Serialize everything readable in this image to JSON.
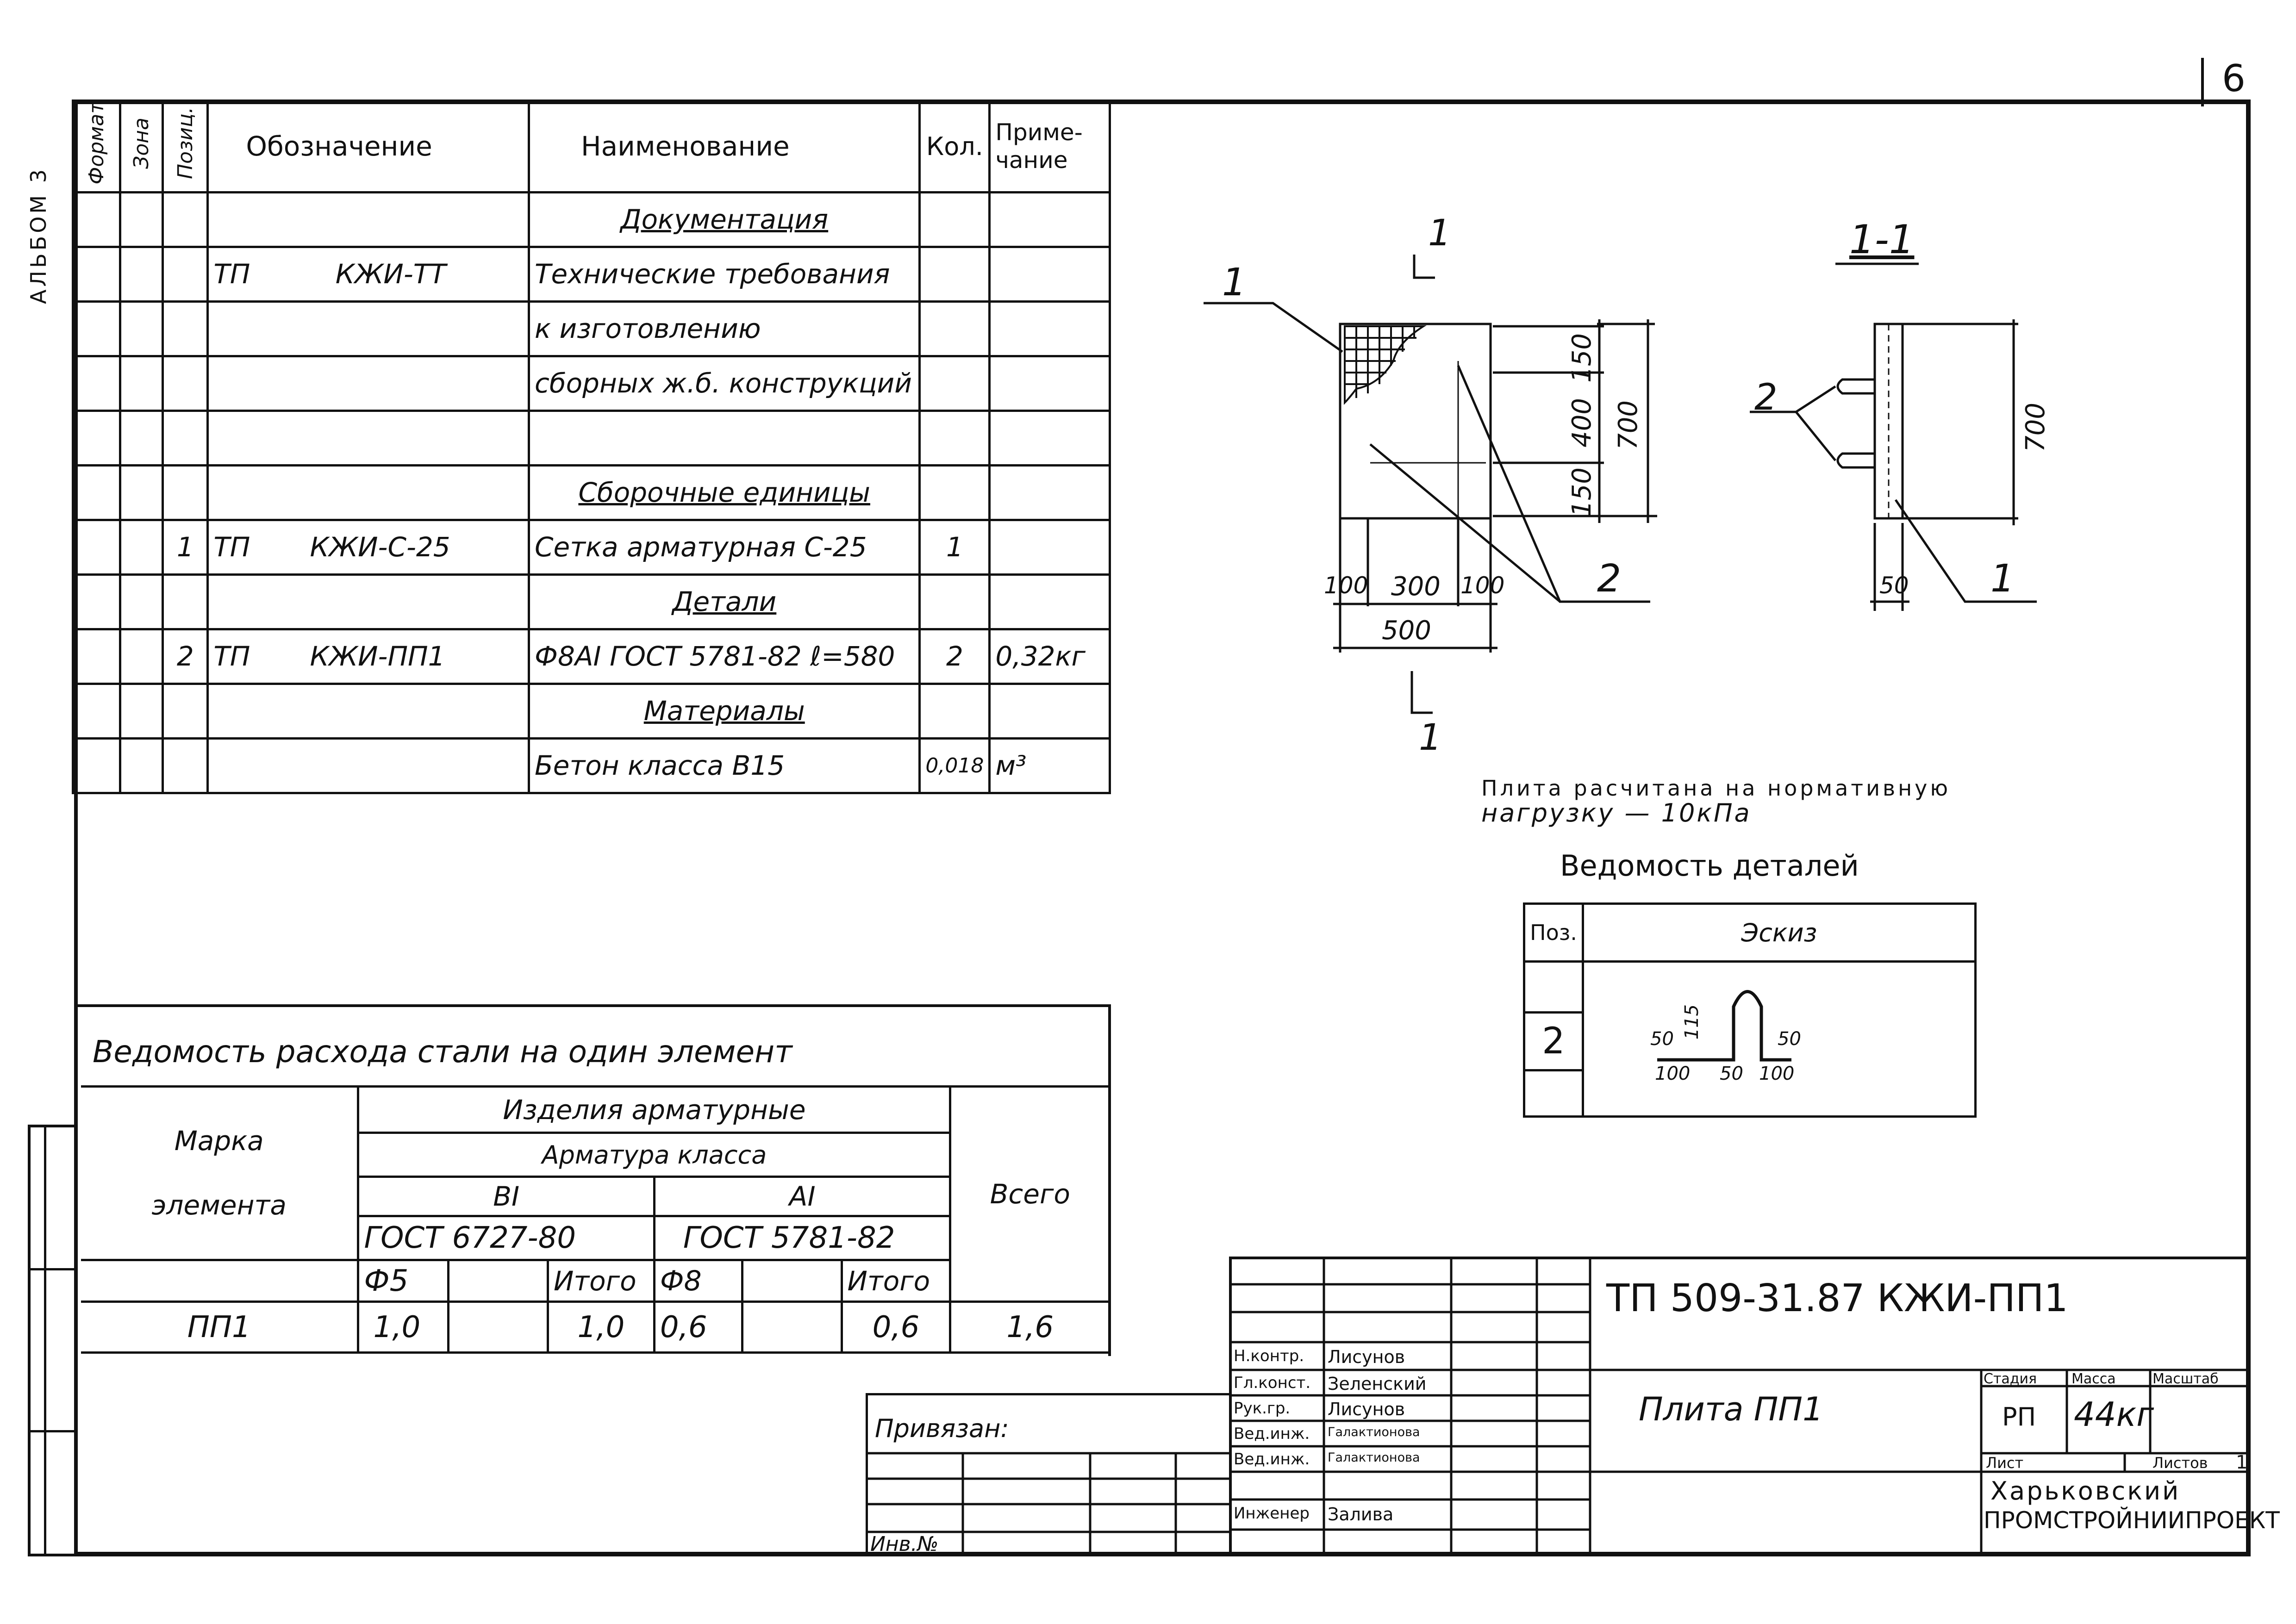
{
  "page_number": "6",
  "album_margin": "АЛЬБОМ 3",
  "spec": {
    "headers": {
      "format": "Формат",
      "zone": "Зона",
      "pos": "Позиц.",
      "designation": "Обозначение",
      "name": "Наименование",
      "qty": "Кол.",
      "note": "Приме-чание"
    },
    "rows": [
      {
        "pos": "",
        "des": "",
        "name": "Документация",
        "qty": "",
        "note": "",
        "heading": true
      },
      {
        "pos": "",
        "des": "ТП          КЖИ-ТТ",
        "name": "Технические требования",
        "qty": "",
        "note": ""
      },
      {
        "pos": "",
        "des": "",
        "name": "к изготовлению",
        "qty": "",
        "note": ""
      },
      {
        "pos": "",
        "des": "",
        "name": "сборных ж.б. конструкций",
        "qty": "",
        "note": ""
      },
      {
        "pos": "",
        "des": "",
        "name": "",
        "qty": "",
        "note": ""
      },
      {
        "pos": "",
        "des": "",
        "name": "Сборочные единицы",
        "qty": "",
        "note": "",
        "heading": true
      },
      {
        "pos": "1",
        "des": "ТП       КЖИ-С-25",
        "name": "Сетка арматурная С-25",
        "qty": "1",
        "note": ""
      },
      {
        "pos": "",
        "des": "",
        "name": "Детали",
        "qty": "",
        "note": "",
        "heading": true
      },
      {
        "pos": "2",
        "des": "ТП       КЖИ-ПП1",
        "name": "Ф8АI ГОСТ 5781-82  ℓ=580",
        "qty": "2",
        "note": "0,32кг"
      },
      {
        "pos": "",
        "des": "",
        "name": "Материалы",
        "qty": "",
        "note": "",
        "heading": true
      },
      {
        "pos": "",
        "des": "",
        "name": "Бетон  класса  В15",
        "qty": "0,018",
        "note": "м³"
      }
    ]
  },
  "steel": {
    "title": "Ведомость  расхода  стали  на  один  элемент",
    "mark_label_1": "Марка",
    "mark_label_2": "элемента",
    "products": "Изделия  арматурные",
    "class_label": "Арматура  класса",
    "class_bi": "ВI",
    "class_ai": "АI",
    "gost_bi": "ГОСТ 6727-80",
    "gost_ai": "ГОСТ 5781-82",
    "d5": "Ф5",
    "d8": "Ф8",
    "itogo1": "Итого",
    "itogo2": "Итого",
    "total_label": "Всего",
    "row": {
      "mark": "ПП1",
      "v5": "1,0",
      "it1": "1,0",
      "v8": "0,6",
      "it2": "0,6",
      "total": "1,6"
    }
  },
  "drawing": {
    "section_mark": "1",
    "section_title": "1-1",
    "callout_1": "1",
    "callout_2": "2",
    "dims": {
      "d150a": "150",
      "d400": "400",
      "d150b": "150",
      "d700": "700",
      "d100a": "100",
      "d300": "300",
      "d100b": "100",
      "d500": "500",
      "d700s": "700",
      "d50": "50"
    }
  },
  "note_line_1": "Плита  расчитана  на  нормативную",
  "note_line_2": "нагрузку — 10кПа",
  "details": {
    "title": "Ведомость  деталей",
    "col_pos": "Поз.",
    "col_sketch": "Эскиз",
    "pos": "2",
    "sketch_dims": {
      "h": "115",
      "l50": "50",
      "r50": "50",
      "b1": "100",
      "b2": "50",
      "b3": "100"
    }
  },
  "attached": {
    "label": "Привязан:",
    "inv": "Инв.№"
  },
  "stamp": {
    "code": "ТП 509-31.87   КЖИ-ПП1",
    "title": "Плита   ПП1",
    "people": [
      {
        "role": "Н.контр.",
        "name": "Лисунов"
      },
      {
        "role": "Гл.конст.",
        "name": "Зеленский"
      },
      {
        "role": "Рук.гр.",
        "name": "Лисунов"
      },
      {
        "role": "Вед.инж.",
        "name": "Галактионова"
      },
      {
        "role": "Вед.инж.",
        "name": "Галактионова"
      },
      {
        "role": "",
        "name": ""
      },
      {
        "role": "Инженер",
        "name": "Залива"
      }
    ],
    "stage_label": "Стадия",
    "mass_label": "Масса",
    "scale_label": "Масштаб",
    "stage": "РП",
    "mass": "44кг",
    "sheet_label": "Лист",
    "sheets_label": "Листов",
    "sheets": "1",
    "org_1": "Харьковский",
    "org_2": "ПРОМСТРОЙНИИПРОЕКТ"
  }
}
